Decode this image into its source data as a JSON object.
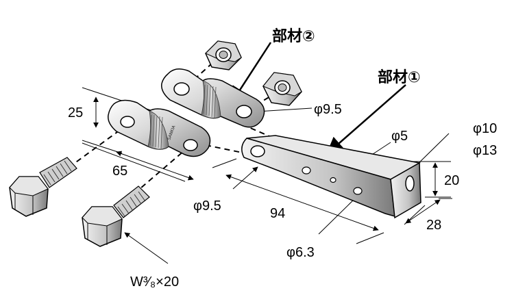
{
  "figure": {
    "part_labels": {
      "part1": "部材①",
      "part2": "部材②"
    },
    "dimensions": {
      "plate_height": "25",
      "plate_length": "65",
      "hole_plate_top": "φ9.5",
      "hole_plate_bottom": "φ9.5",
      "bracket_length": "94",
      "hole_small": "φ5",
      "hole_mid": "φ6.3",
      "hole_end_a": "φ10",
      "hole_end_b": "φ13",
      "end_height": "20",
      "end_width": "28",
      "bolt_spec": "W³⁄₈×20"
    },
    "stamp_text": "SANKIA"
  }
}
